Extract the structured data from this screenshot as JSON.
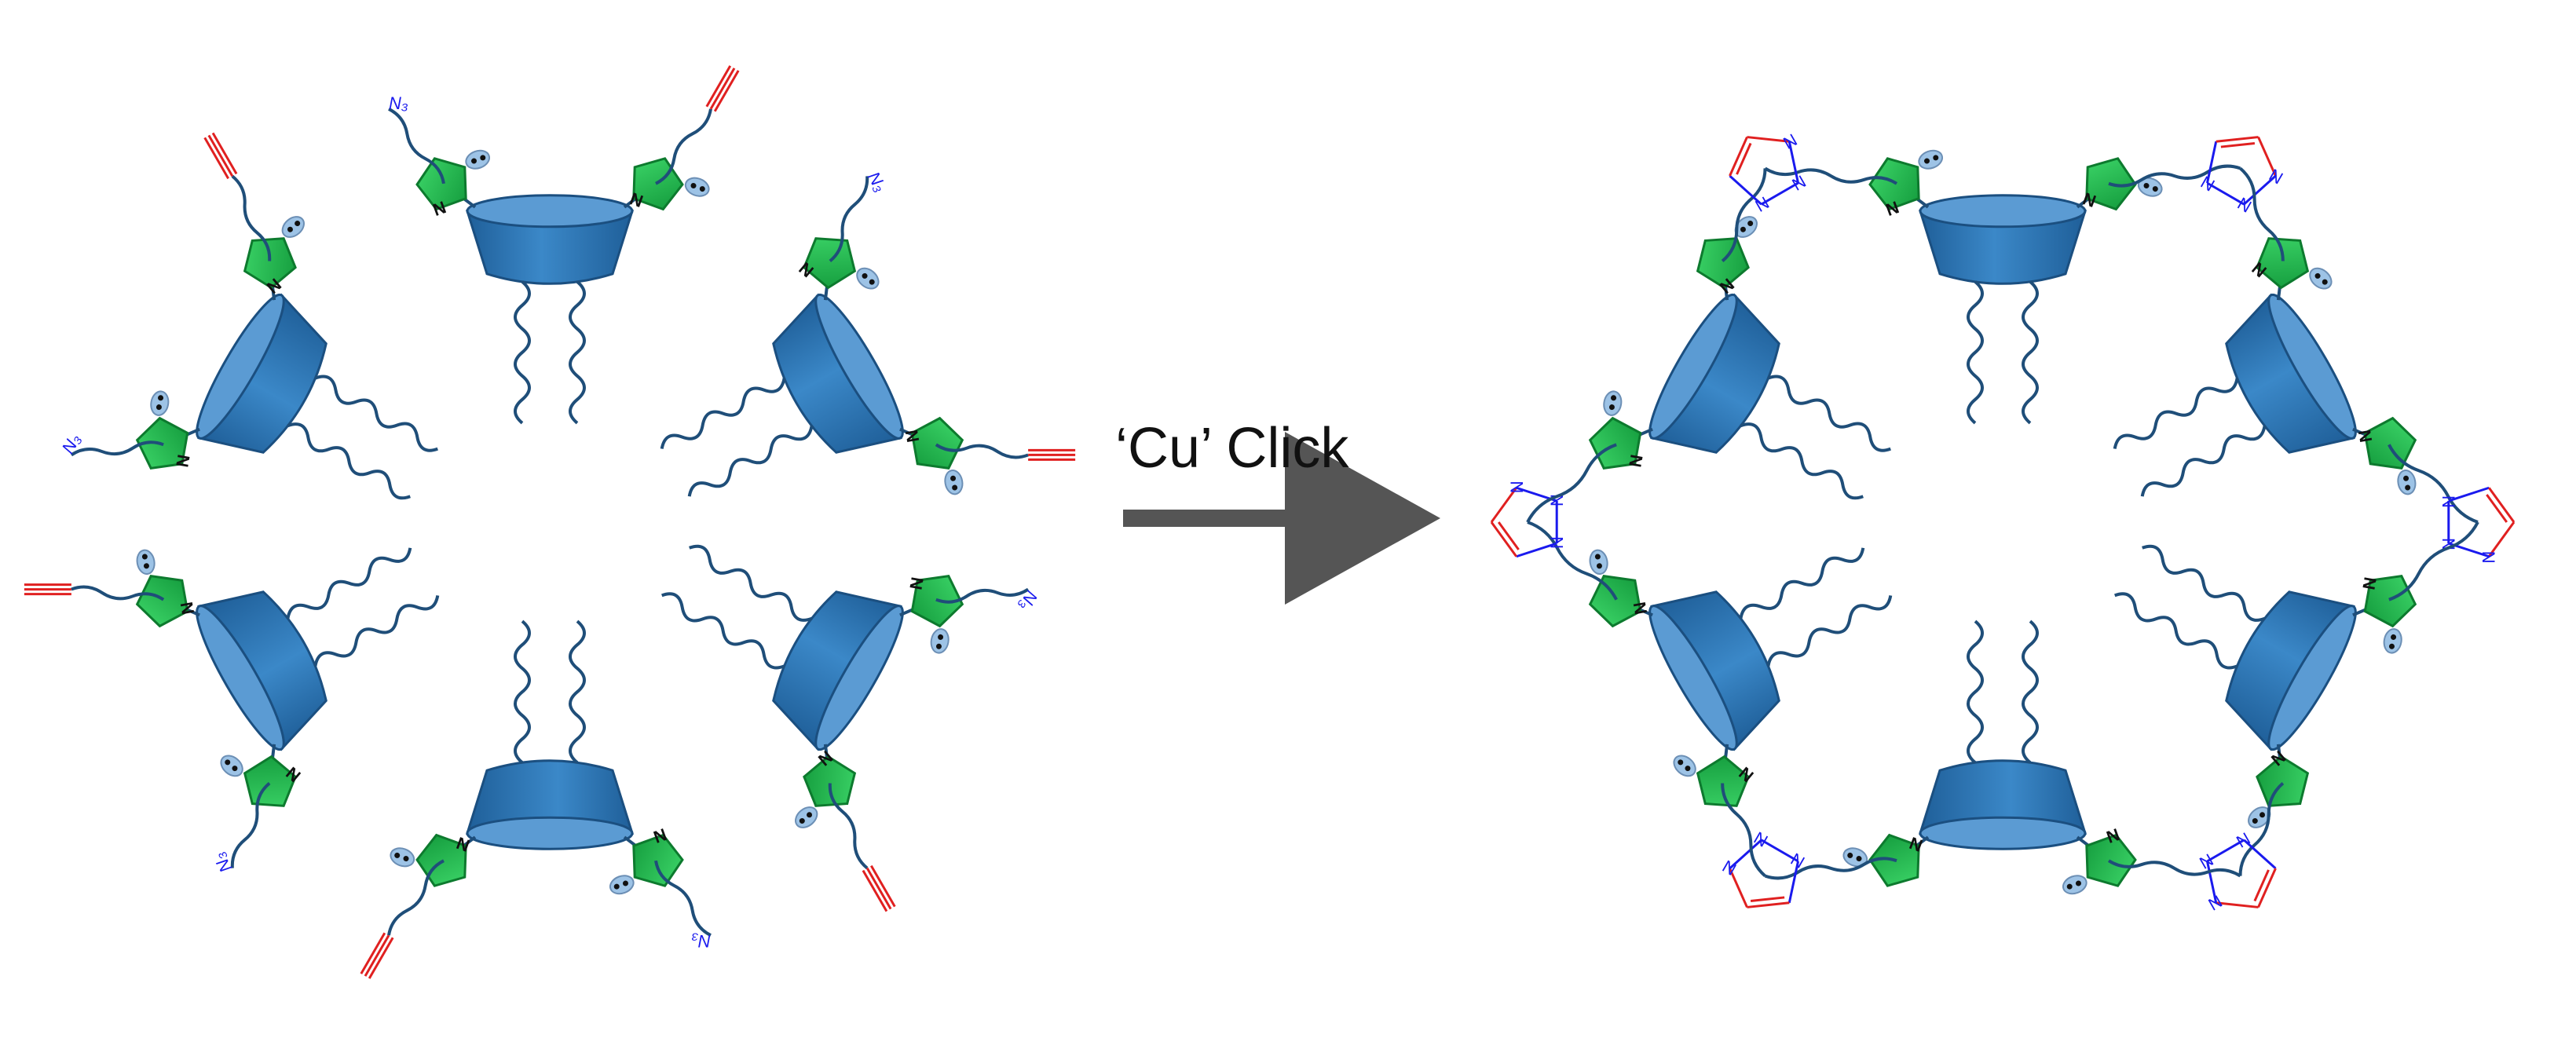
{
  "reaction": {
    "label": "‘Cu’ Click"
  },
  "atoms": {
    "nitrogen": "N",
    "azide": "N₃"
  },
  "colors": {
    "background": "#ffffff",
    "cup_body": "#2f78b8",
    "cup_top": "#5b9bd3",
    "chain": "#1f4e79",
    "imidazole": "#22b14c",
    "lone_pair": "#9dc3e6",
    "alkyne": "#e02020",
    "triazole_ring": "#e02020",
    "triazole_n": "#1a1aee",
    "arrow": "#555555"
  },
  "structures": {
    "reactant": {
      "units": 6,
      "free_end_groups": [
        "alkyne",
        "azide"
      ]
    },
    "product": {
      "units": 6,
      "linkers": "1,2,3-triazole"
    }
  }
}
